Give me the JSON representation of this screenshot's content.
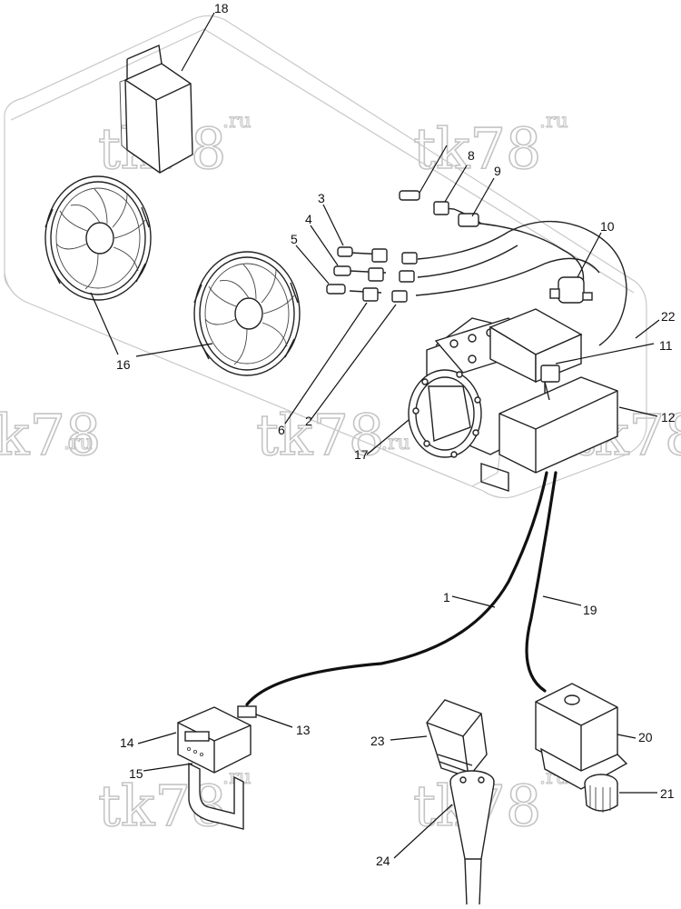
{
  "watermark": {
    "main": "tk78",
    "suffix": ".ru"
  },
  "callouts": [
    {
      "id": "c18",
      "text": "18"
    },
    {
      "id": "c8",
      "text": "8"
    },
    {
      "id": "c9",
      "text": "9"
    },
    {
      "id": "c3",
      "text": "3"
    },
    {
      "id": "c4",
      "text": "4"
    },
    {
      "id": "c5",
      "text": "5"
    },
    {
      "id": "c10",
      "text": "10"
    },
    {
      "id": "c22",
      "text": "22"
    },
    {
      "id": "c11",
      "text": "11"
    },
    {
      "id": "c12",
      "text": "12"
    },
    {
      "id": "c16",
      "text": "16"
    },
    {
      "id": "c6",
      "text": "6"
    },
    {
      "id": "c2",
      "text": "2"
    },
    {
      "id": "c17",
      "text": "17"
    },
    {
      "id": "c1",
      "text": "1"
    },
    {
      "id": "c19",
      "text": "19"
    },
    {
      "id": "c13",
      "text": "13"
    },
    {
      "id": "c14",
      "text": "14"
    },
    {
      "id": "c15",
      "text": "15"
    },
    {
      "id": "c23",
      "text": "23"
    },
    {
      "id": "c20",
      "text": "20"
    },
    {
      "id": "c21",
      "text": "21"
    },
    {
      "id": "c24",
      "text": "24"
    }
  ]
}
